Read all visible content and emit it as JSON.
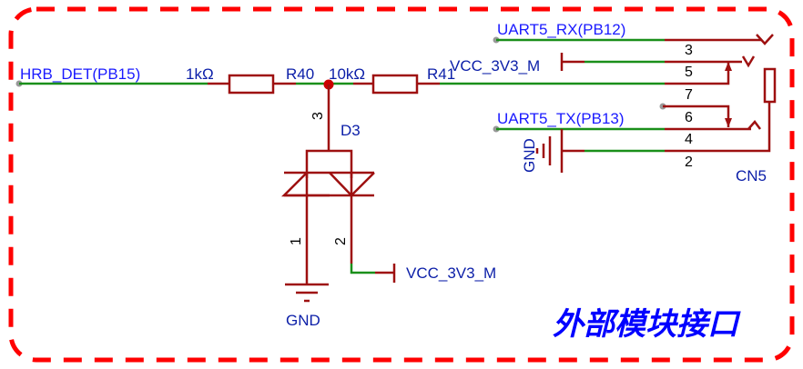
{
  "section_title": "外部模块接口",
  "net_labels": {
    "hrb_det": "HRB_DET(PB15)",
    "uart5_rx": "UART5_RX(PB12)",
    "uart5_tx": "UART5_TX(PB13)",
    "vcc_top": "VCC_3V3_M",
    "vcc_bottom": "VCC_3V3_M",
    "gnd_connector": "GND",
    "gnd_diode": "GND"
  },
  "components": {
    "r40": {
      "designator": "R40",
      "value": "1kΩ"
    },
    "r41": {
      "designator": "R41",
      "value": "10kΩ"
    },
    "d3": {
      "designator": "D3",
      "pins": [
        "1",
        "2",
        "3"
      ]
    },
    "cn5": {
      "designator": "CN5",
      "pins": [
        "3",
        "5",
        "7",
        "6",
        "4",
        "2"
      ]
    }
  },
  "colors": {
    "frame": "#ff0000",
    "wire": "#1a8f1a",
    "component": "#9e1010",
    "label": "#0b1ea8",
    "title": "#0000ff"
  }
}
